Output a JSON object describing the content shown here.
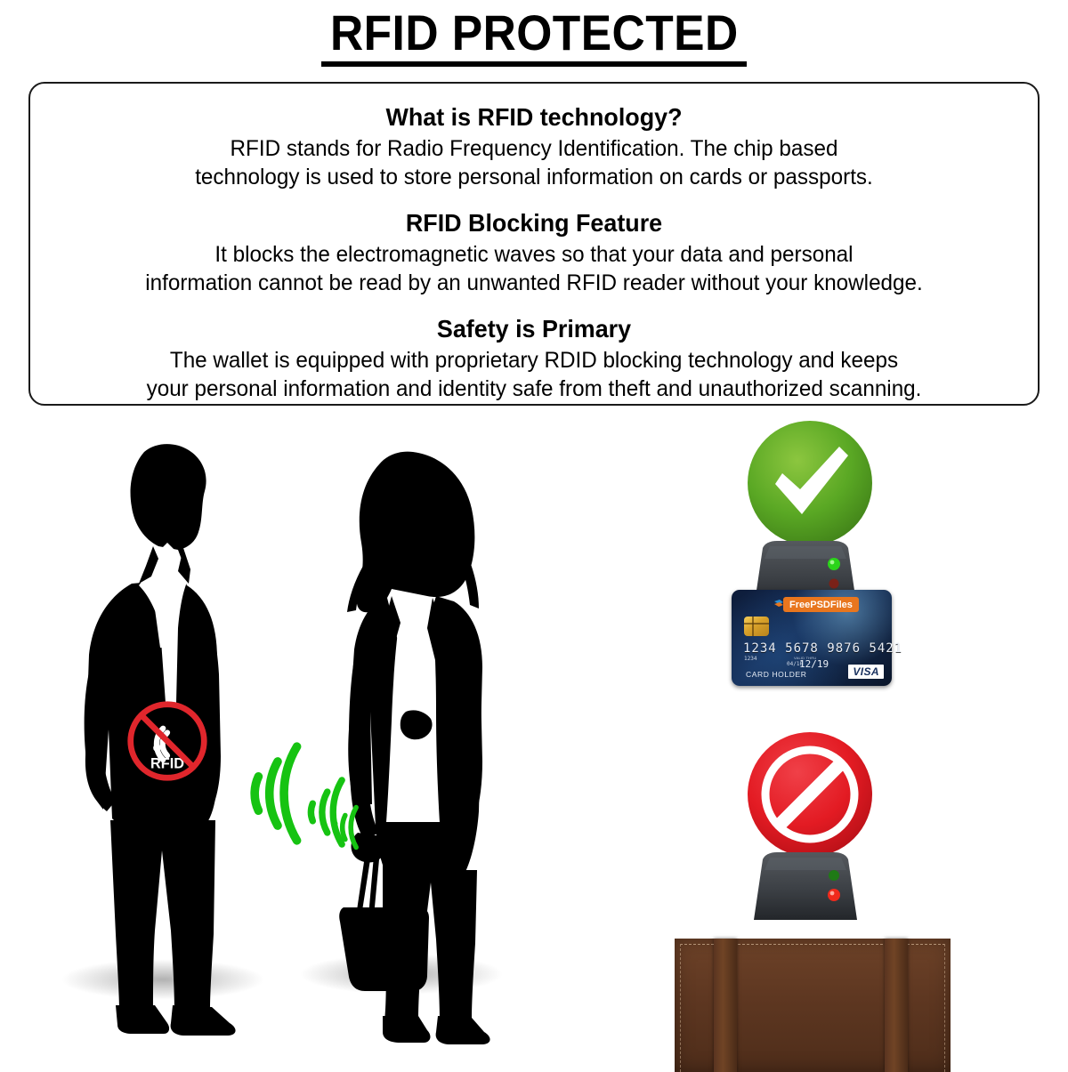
{
  "title": {
    "text": "RFID PROTECTED"
  },
  "info_box": {
    "sections": [
      {
        "heading": "What is RFID technology?",
        "body": "RFID stands for Radio Frequency Identification. The chip based\ntechnology is used to store personal information on cards or passports."
      },
      {
        "heading": "RFID Blocking Feature",
        "body": "It blocks the electromagnetic waves so that your data and personal\ninformation cannot be read by an unwanted  RFID reader without your knowledge."
      },
      {
        "heading": "Safety is Primary",
        "body": "The wallet is equipped with proprietary RDID blocking technology and keeps\nyour personal information and identity safe from theft and unauthorized scanning."
      }
    ]
  },
  "illustration": {
    "people": {
      "man_label": "man-silhouette",
      "woman_label": "woman-silhouette",
      "rfid_blocked_badge": {
        "label": "RFID",
        "meaning": "rfid-blocked"
      },
      "signal_waves": {
        "color": "#16c312",
        "groups": 3
      }
    },
    "devices": [
      {
        "id": "allowed",
        "status": "allowed",
        "status_icon": "green-check-circle",
        "status_color": "#5aa824",
        "reader": {
          "label": "rfid-reader",
          "body_color": "#3c4045",
          "led_green": "on",
          "led_red": "off"
        },
        "card": {
          "brand": "VISA",
          "number": "1234 5678 9876 5421",
          "number_small": "1234",
          "expiry_label": "VALID THRU",
          "expiry_prefix": "04/16",
          "expiry": "12/19",
          "holder": "CARD HOLDER",
          "watermark": "FreePSDFiles",
          "watermark_color": "#e8761e"
        }
      },
      {
        "id": "blocked",
        "status": "blocked",
        "status_icon": "red-prohibition-circle",
        "status_color": "#e31b23",
        "reader": {
          "label": "rfid-reader",
          "body_color": "#3c4045",
          "led_green": "off",
          "led_red": "on"
        },
        "wallet": {
          "label": "rfid-blocking-wallet",
          "color": "#5e3721"
        }
      }
    ]
  }
}
